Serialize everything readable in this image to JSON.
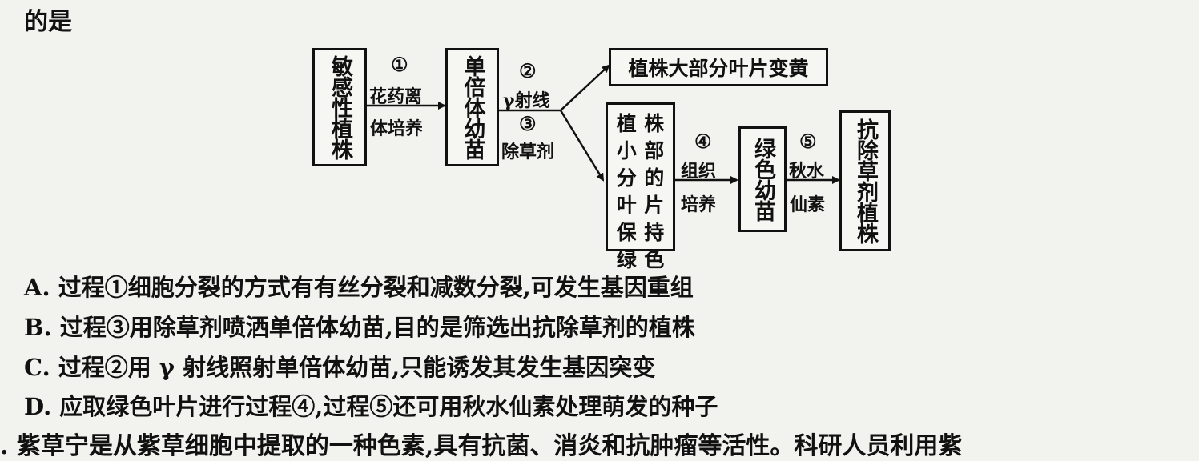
{
  "header_text": "的是",
  "diagram": {
    "box_sensitive": "敏感性植株",
    "arrow1_num": "①",
    "arrow1_label_top": "花药离",
    "arrow1_label_bottom": "体培养",
    "box_haploid": "单倍体幼苗",
    "arrow2_num": "②",
    "arrow2_label": "γ射线",
    "arrow3_num": "③",
    "arrow3_label": "除草剂",
    "box_yellow": "植株大部分叶片变黄",
    "box_green_leaves_chars": [
      "植",
      "株",
      "小",
      "部",
      "分",
      "的",
      "叶",
      "片",
      "保",
      "持",
      "绿",
      "色"
    ],
    "arrow4_num": "④",
    "arrow4_label_top": "组织",
    "arrow4_label_bottom": "培养",
    "box_green_seedling": "绿色幼苗",
    "arrow5_num": "⑤",
    "arrow5_label_top": "秋水",
    "arrow5_label_bottom": "仙素",
    "box_resistant": "抗除草剂植株"
  },
  "options": {
    "A": "A. 过程①细胞分裂的方式有有丝分裂和减数分裂,可发生基因重组",
    "B": "B. 过程③用除草剂喷洒单倍体幼苗,目的是筛选出抗除草剂的植株",
    "C": "C. 过程②用 γ 射线照射单倍体幼苗,只能诱发其发生基因突变",
    "D": "D. 应取绿色叶片进行过程④,过程⑤还可用秋水仙素处理萌发的种子"
  },
  "next_question": ". 紫草宁是从紫草细胞中提取的一种色素,具有抗菌、消炎和抗肿瘤等活性。科研人员利用紫"
}
